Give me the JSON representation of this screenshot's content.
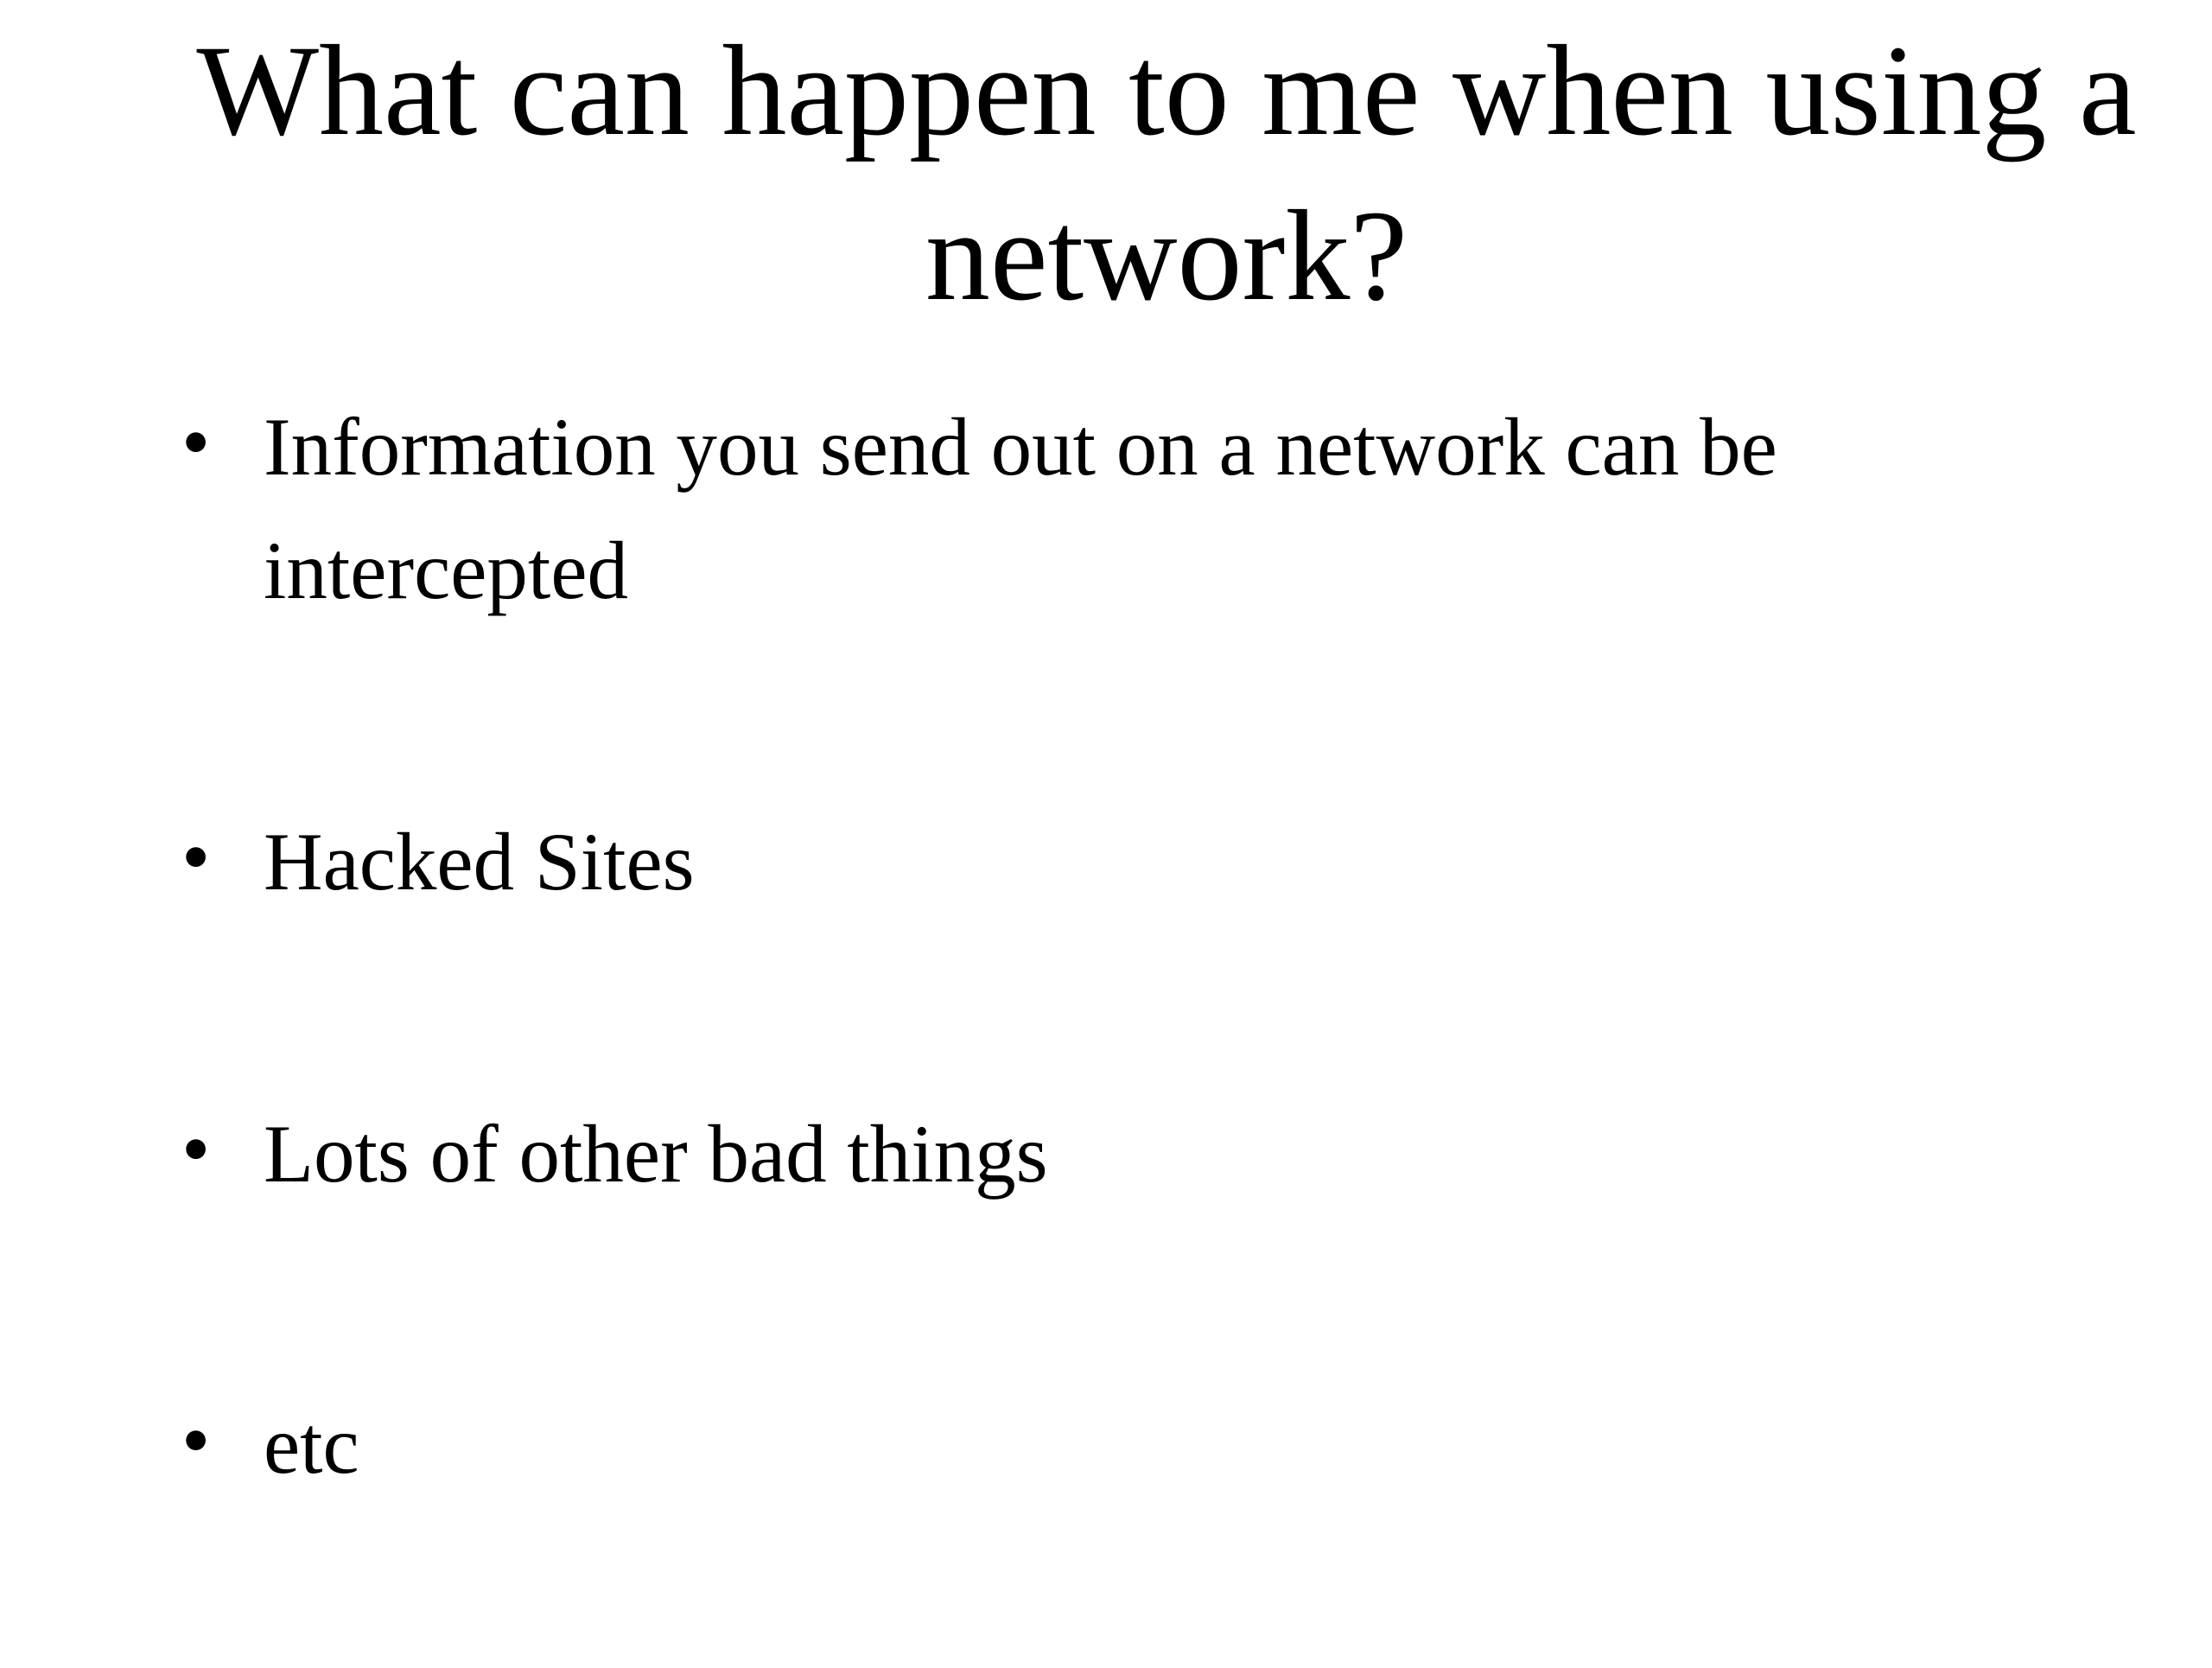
{
  "slide": {
    "title": "What can happen to me when using a network?",
    "bullet_marker": "•",
    "bullets": [
      {
        "text": "Information you send out on a network can be intercepted"
      },
      {
        "text": "Hacked Sites"
      },
      {
        "text": "Lots of other bad things"
      },
      {
        "text": "etc"
      }
    ],
    "colors": {
      "background": "#ffffff",
      "text": "#000000"
    }
  }
}
